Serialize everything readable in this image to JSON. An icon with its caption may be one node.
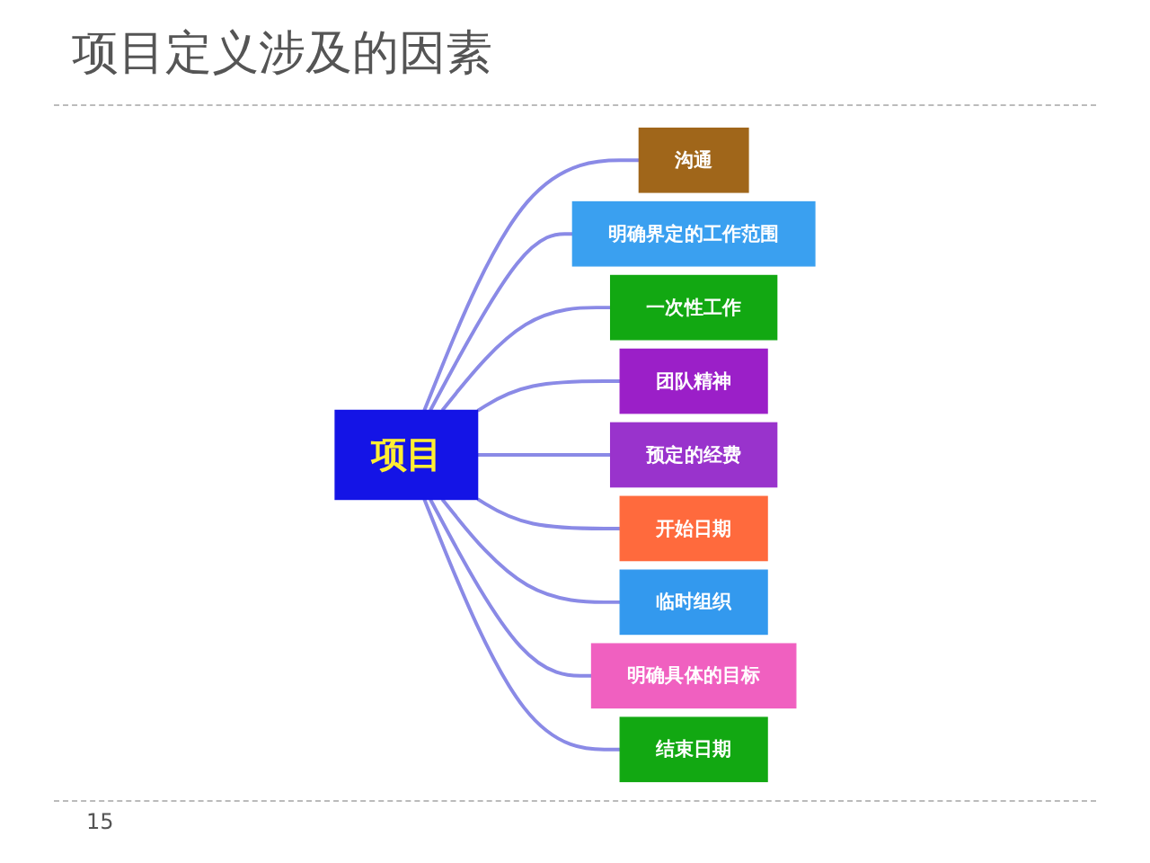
{
  "diagram": {
    "title": "项目定义涉及的因素",
    "nodes": [
      {
        "text": [
          "项目"
        ]
      },
      {
        "text": [
          "沟通"
        ]
      },
      {
        "text": [
          "明确界定的工作范围"
        ]
      },
      {
        "text": [
          "一次性工作"
        ]
      },
      {
        "text": [
          "团队精神"
        ]
      },
      {
        "text": [
          "预定的经费"
        ]
      },
      {
        "text": [
          "开始日期"
        ]
      },
      {
        "text": [
          "临时组织"
        ]
      },
      {
        "text": [
          "明确具体的目标"
        ]
      },
      {
        "text": [
          "结束日期"
        ]
      }
    ],
    "edges": [
      {
        "from": 0,
        "to": 1,
        "arrow": "none"
      },
      {
        "from": 0,
        "to": 2,
        "arrow": "none"
      },
      {
        "from": 0,
        "to": 3,
        "arrow": "none"
      },
      {
        "from": 0,
        "to": 4,
        "arrow": "none"
      },
      {
        "from": 0,
        "to": 5,
        "arrow": "none"
      },
      {
        "from": 0,
        "to": 6,
        "arrow": "none"
      },
      {
        "from": 0,
        "to": 7,
        "arrow": "none"
      },
      {
        "from": 0,
        "to": 8,
        "arrow": "none"
      },
      {
        "from": 0,
        "to": 9,
        "arrow": "none"
      }
    ],
    "labels": [
      "15"
    ]
  }
}
